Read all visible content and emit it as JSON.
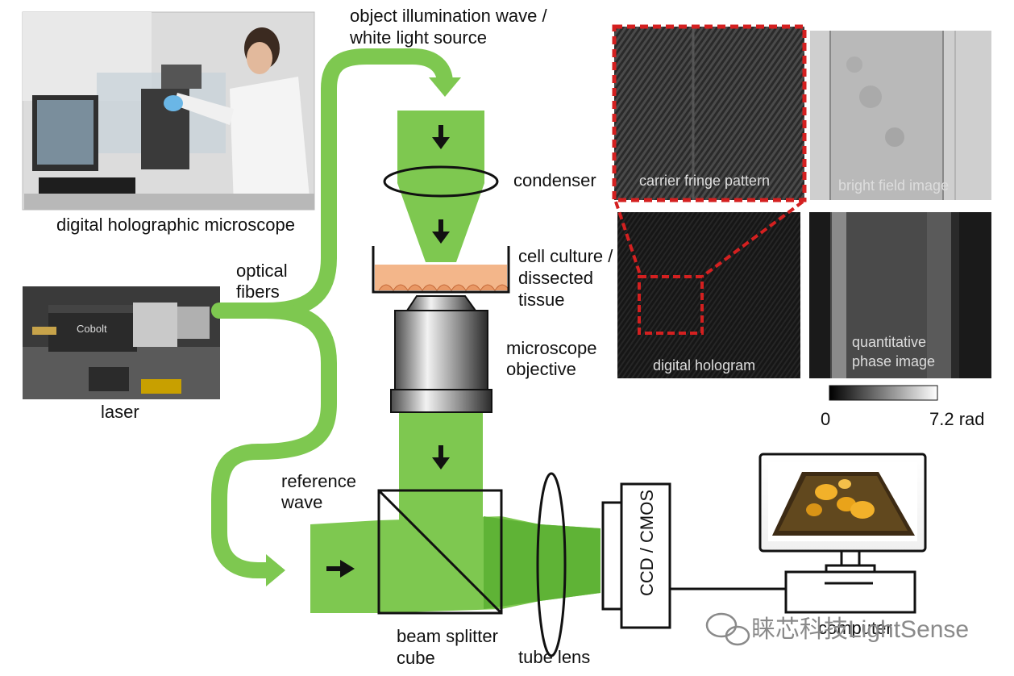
{
  "labels": {
    "photo_microscope": "digital holographic microscope",
    "optical_fibers_line1": "optical",
    "optical_fibers_line2": "fibers",
    "laser": "laser",
    "object_wave_line1": "object illumination wave /",
    "object_wave_line2": "white light source",
    "condenser": "condenser",
    "sample_line1": "cell culture /",
    "sample_line2": "dissected",
    "sample_line3": "tissue",
    "objective_line1": "microscope",
    "objective_line2": "objective",
    "reference_line1": "reference",
    "reference_line2": "wave",
    "beam_splitter_line1": "beam splitter",
    "beam_splitter_line2": "cube",
    "tube_lens": "tube lens",
    "camera": "CCD / CMOS",
    "computer": "computer",
    "laser_brand": "Cobolt"
  },
  "panels": {
    "carrier_fringe": "carrier fringe pattern",
    "bright_field": "bright field image",
    "digital_hologram": "digital hologram",
    "phase_line1": "quantitative",
    "phase_line2": "phase image"
  },
  "colorbar": {
    "min_label": "0",
    "max_label": "7.2 rad"
  },
  "watermark": "睐芯科技LightSense",
  "colors": {
    "beam_green": "#7ec850",
    "beam_dark": "#5fb336",
    "highlight_red": "#d42020"
  }
}
